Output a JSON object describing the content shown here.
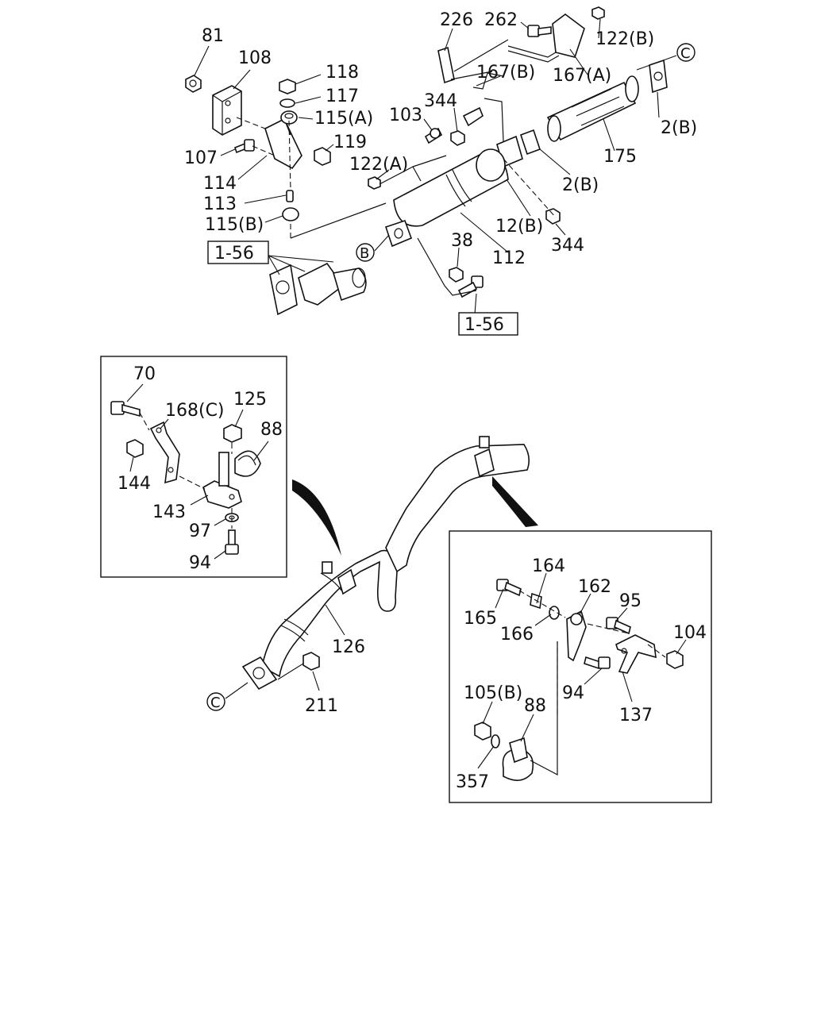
{
  "callouts": {
    "c_81": "81",
    "c_108": "108",
    "c_118": "118",
    "c_117": "117",
    "c_115a": "115(A)",
    "c_119": "119",
    "c_107": "107",
    "c_114": "114",
    "c_113": "113",
    "c_115b": "115(B)",
    "c_226": "226",
    "c_262": "262",
    "c_122b": "122(B)",
    "c_167b": "167(B)",
    "c_167a": "167(A)",
    "c_344_top": "344",
    "c_103": "103",
    "c_122a": "122(A)",
    "c_2b_right": "2(B)",
    "c_175": "175",
    "c_2b_mid": "2(B)",
    "c_12b": "12(B)",
    "c_344_bottom": "344",
    "c_38": "38",
    "c_112": "112",
    "c_70": "70",
    "c_168c": "168(C)",
    "c_125": "125",
    "c_88_left": "88",
    "c_144": "144",
    "c_143": "143",
    "c_97": "97",
    "c_94_left": "94",
    "c_126": "126",
    "c_211": "211",
    "c_164": "164",
    "c_162": "162",
    "c_95": "95",
    "c_165": "165",
    "c_166": "166",
    "c_104": "104",
    "c_94_right": "94",
    "c_137": "137",
    "c_105b": "105(B)",
    "c_88_right": "88",
    "c_357": "357"
  },
  "refs": {
    "r_156_left": "1-56",
    "r_156_bottom": "1-56"
  },
  "markers": {
    "m_c_top": "C",
    "m_b": "B",
    "m_c_bottom": "C"
  }
}
